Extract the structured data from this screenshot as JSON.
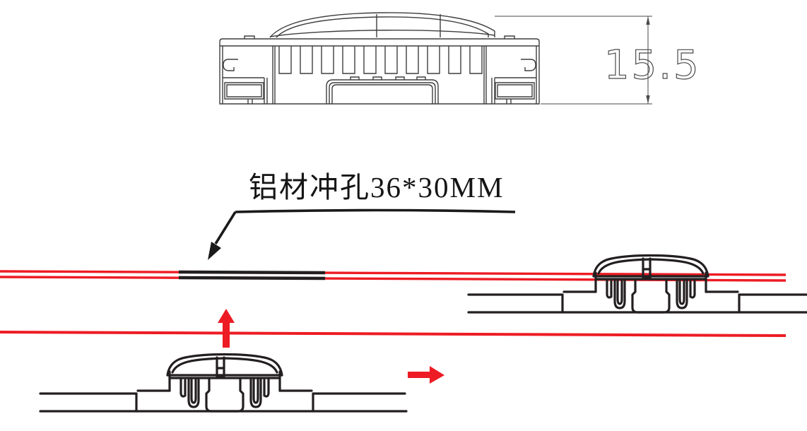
{
  "colors": {
    "accent_red": "#ED1C24",
    "line_black": "#231F20",
    "drafting_gray": "#4A4A4A"
  },
  "top_view": {
    "dimension_value": "15.5"
  },
  "callout": {
    "label": "铝材冲孔36*30MM"
  },
  "icons": {
    "leader_arrow": "arrow-down-left",
    "insert_arrow": "arrow-up",
    "slide_arrow": "arrow-right"
  }
}
